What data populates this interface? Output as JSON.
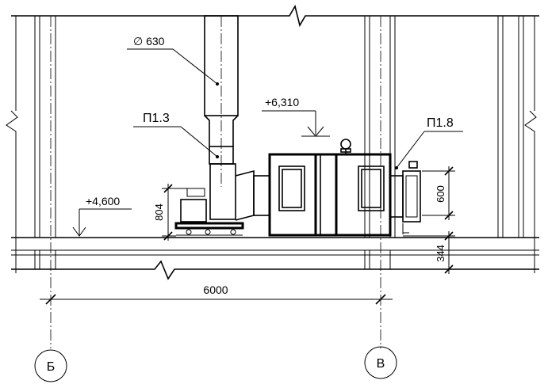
{
  "labels": {
    "duct_diameter": "∅ 630",
    "fan_section": "П1.3",
    "heater_section": "П1.8",
    "level_top": "+6,310",
    "level_floor": "+4,600",
    "dim_span": "6000",
    "dim_fan_height": "804",
    "dim_heater_height": "600",
    "dim_slab": "344",
    "axis_left": "Б",
    "axis_right": "В"
  }
}
